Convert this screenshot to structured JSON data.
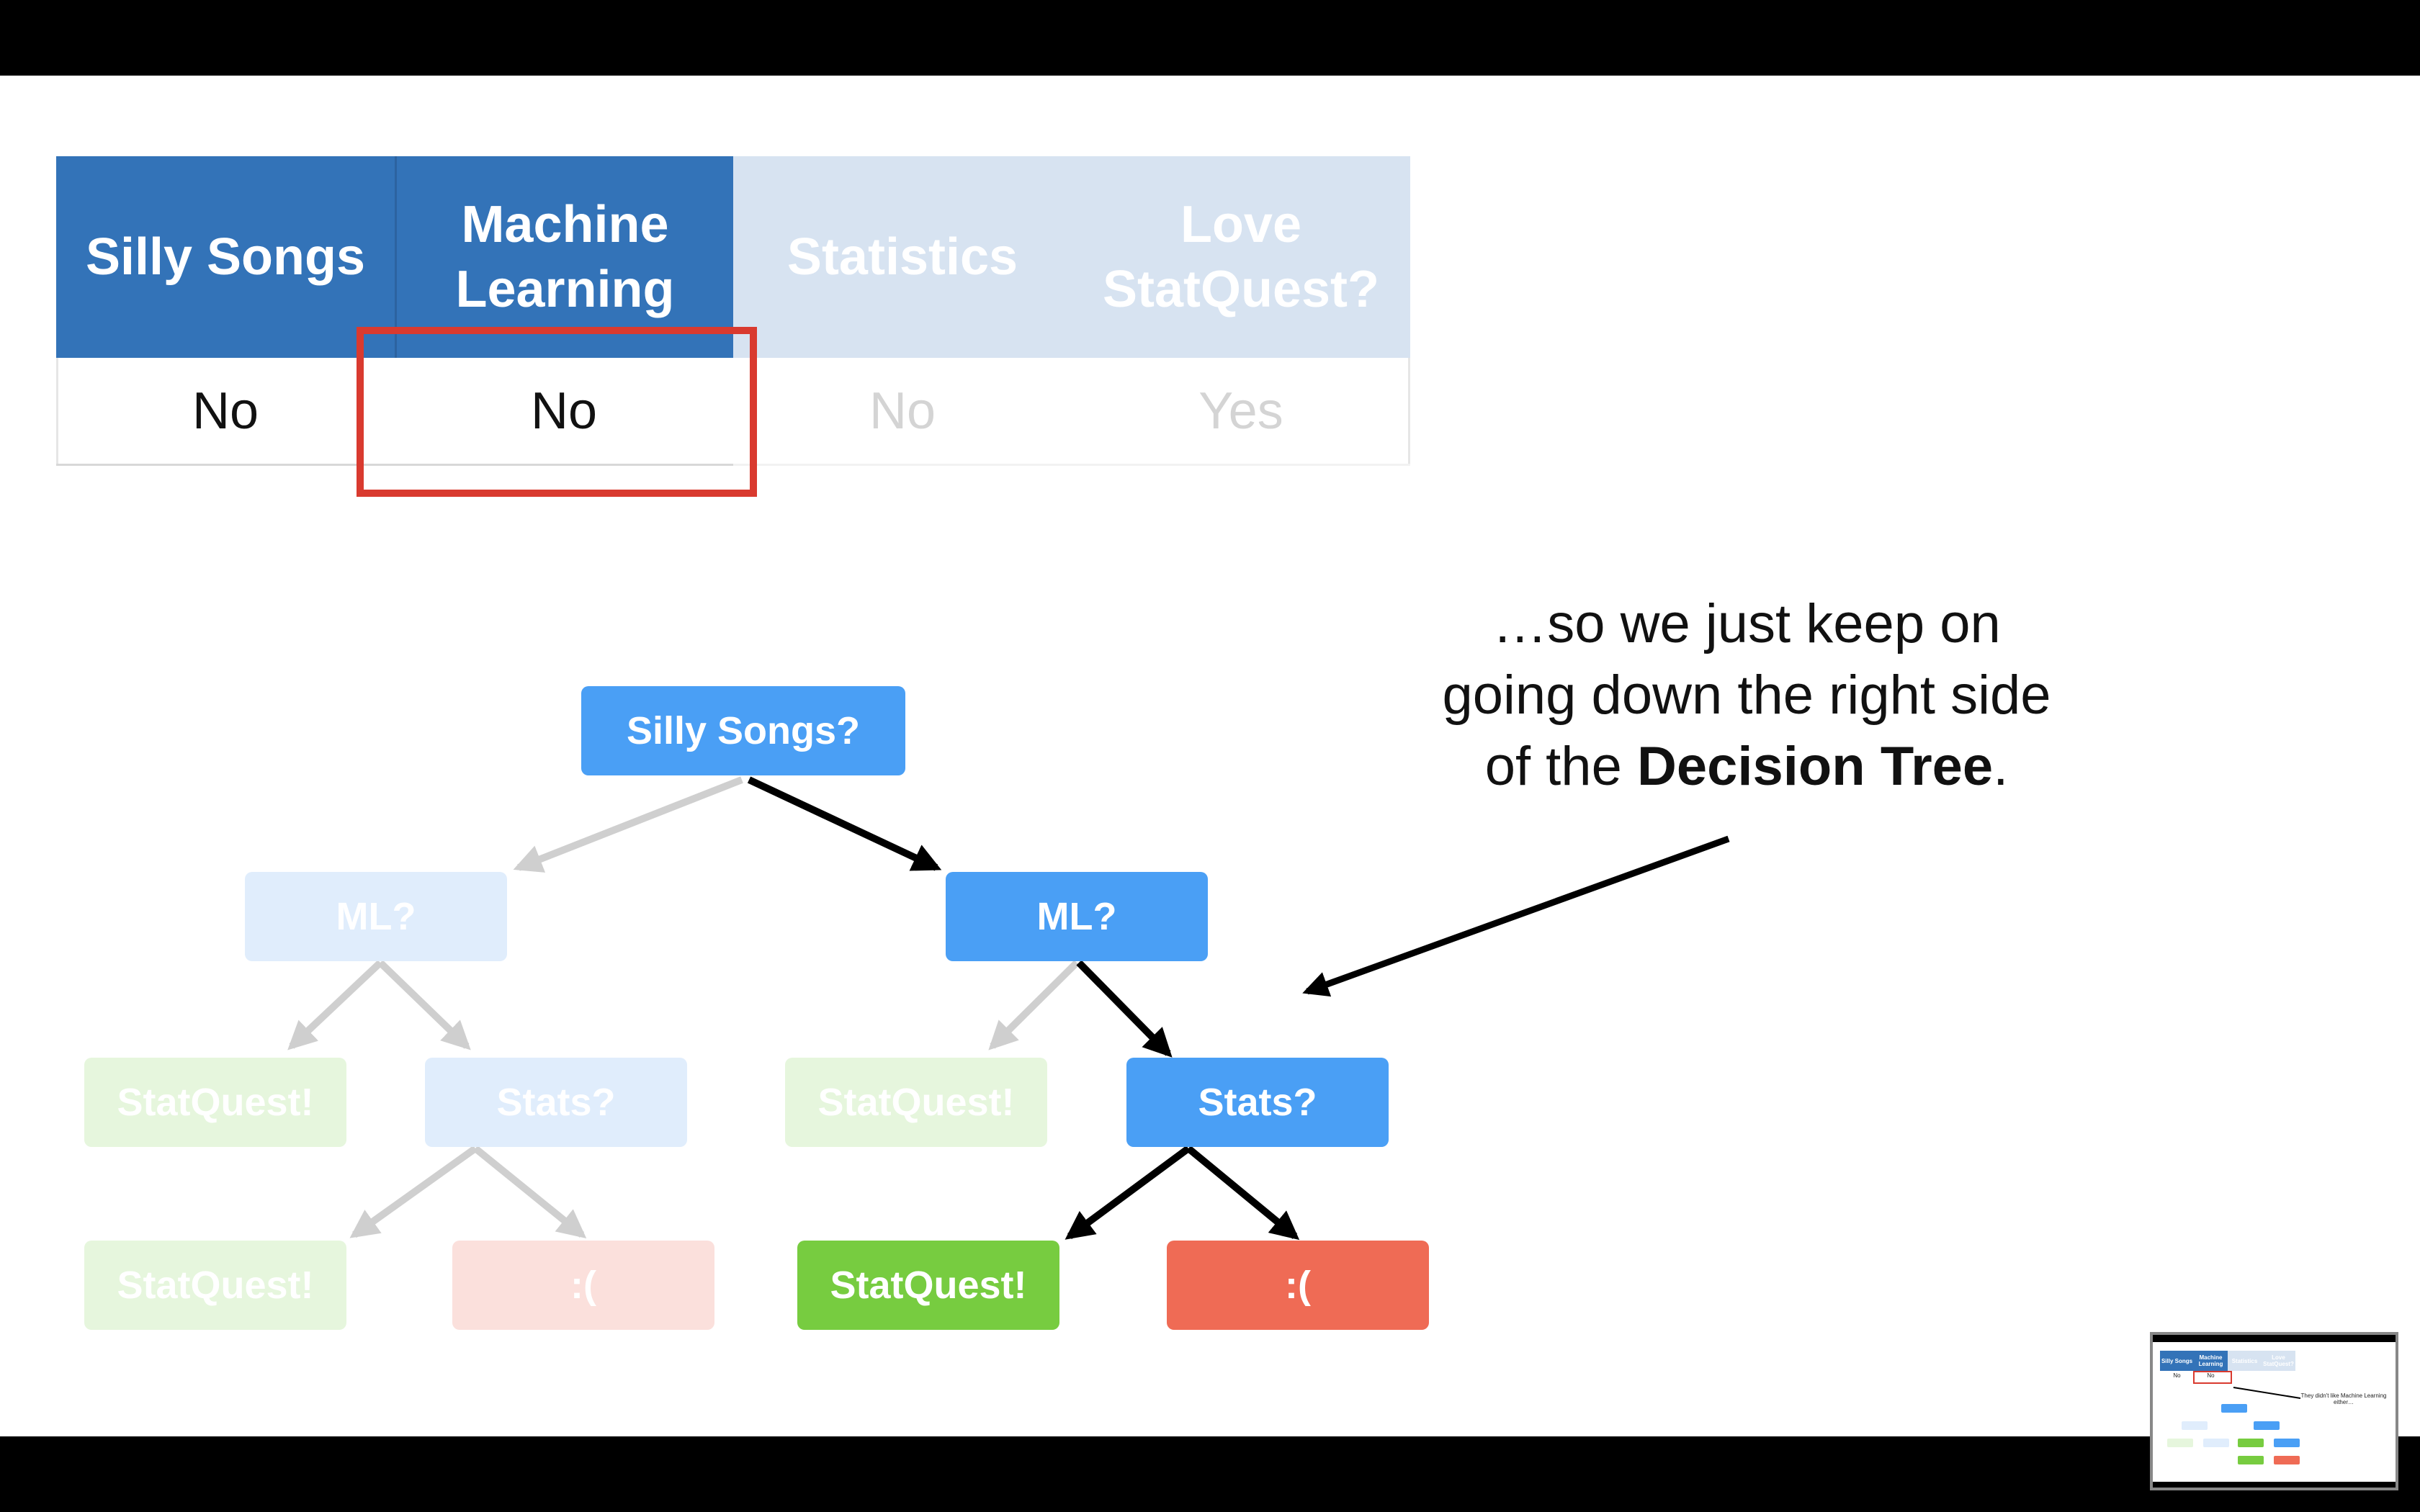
{
  "table": {
    "headers": [
      {
        "label": "Silly Songs",
        "faded": false
      },
      {
        "label": "Machine Learning",
        "faded": false
      },
      {
        "label": "Statistics",
        "faded": true
      },
      {
        "label": "Love StatQuest?",
        "faded": true
      }
    ],
    "values": [
      "No",
      "No",
      "No",
      "Yes"
    ]
  },
  "tree": {
    "root": "Silly Songs?",
    "left_ml": "ML?",
    "right_ml": "ML?",
    "left_leaf": "StatQuest!",
    "left_stats": "Stats?",
    "mid_leaf": "StatQuest!",
    "right_stats": "Stats?",
    "ll_leaf": "StatQuest!",
    "ll_sad": ":(",
    "rr_leaf": "StatQuest!",
    "rr_sad": ":("
  },
  "caption": {
    "line1": "…so we just keep on",
    "line2": "going down the right side",
    "line3_prefix": "of the ",
    "line3_bold": "Decision Tree",
    "line3_suffix": "."
  },
  "thumbnail": {
    "headers": [
      "Silly Songs",
      "Machine Learning",
      "Statistics",
      "Love StatQuest?"
    ],
    "values": [
      "No",
      "No"
    ],
    "caption": "They didn't like Machine Learning either…"
  },
  "colors": {
    "table_header": "#3373b8",
    "table_header_faded": "#d7e3f1",
    "highlight": "#d93a2f",
    "node_blue": "#4a9ff5",
    "node_green": "#77cc40",
    "node_red": "#ef6b55"
  }
}
